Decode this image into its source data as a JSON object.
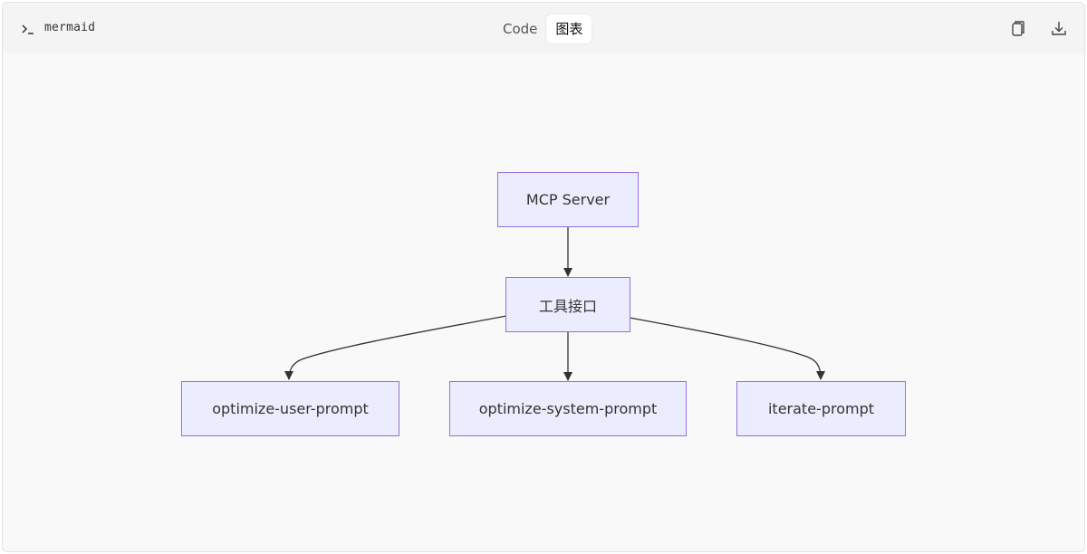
{
  "header": {
    "language_label": "mermaid",
    "tabs": [
      {
        "label": "Code",
        "active": false
      },
      {
        "label": "图表",
        "active": true
      }
    ],
    "actions": [
      "copy-icon",
      "download-icon"
    ]
  },
  "diagram": {
    "type": "flowchart-TD",
    "nodes": {
      "server": "MCP Server",
      "tools": "工具接口",
      "user": "optimize-user-prompt",
      "system": "optimize-system-prompt",
      "iterate": "iterate-prompt"
    },
    "edges": [
      {
        "from": "MCP Server",
        "to": "工具接口"
      },
      {
        "from": "工具接口",
        "to": "optimize-user-prompt"
      },
      {
        "from": "工具接口",
        "to": "optimize-system-prompt"
      },
      {
        "from": "工具接口",
        "to": "iterate-prompt"
      }
    ],
    "colors": {
      "node_fill": "#ececff",
      "node_border": "#9370db",
      "edge": "#333333"
    }
  }
}
